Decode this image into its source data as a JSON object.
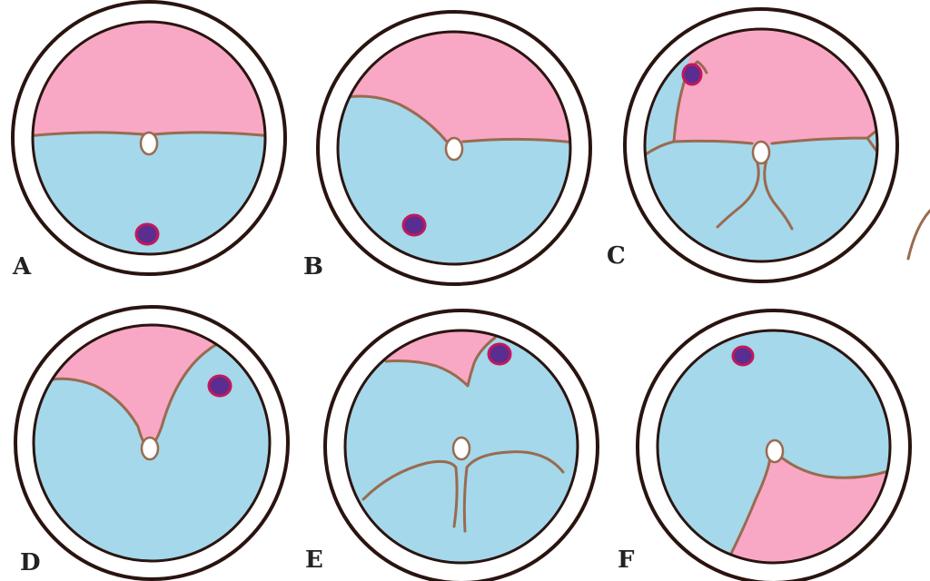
{
  "colors": {
    "background": "#ffffff",
    "ring_outline": "#2a1410",
    "ring_fill": "#ffffff",
    "upper_region": "#f8a8c4",
    "lower_region": "#a4d8ea",
    "boundary_line": "#9a6a50",
    "central_oval": "#ffffff",
    "marker_dot": "#5a2d91",
    "marker_dot_edge": "#c2185b"
  },
  "panels": [
    {
      "id": "A",
      "label": "A"
    },
    {
      "id": "B",
      "label": "B"
    },
    {
      "id": "C",
      "label": "C"
    },
    {
      "id": "D",
      "label": "D"
    },
    {
      "id": "E",
      "label": "E"
    },
    {
      "id": "F",
      "label": "F"
    }
  ]
}
